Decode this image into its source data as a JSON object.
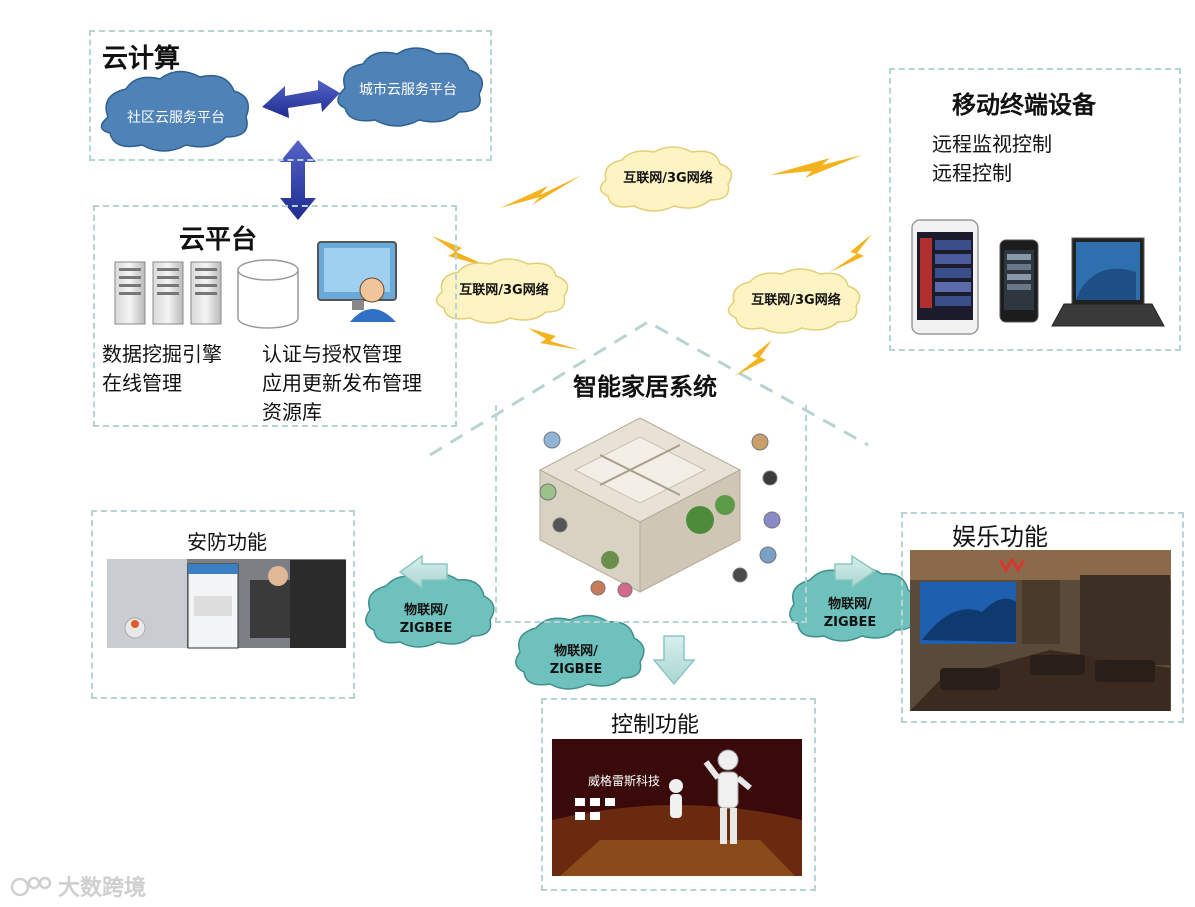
{
  "cloud_computing": {
    "title": "云计算",
    "community_cloud": "社区云服务平台",
    "city_cloud": "城市云服务平台"
  },
  "cloud_platform": {
    "title": "云平台",
    "left_lines": [
      "数据挖掘引擎",
      "在线管理"
    ],
    "right_lines": [
      "认证与授权管理",
      "应用更新发布管理",
      "资源库"
    ]
  },
  "mobile": {
    "title": "移动终端设备",
    "lines": [
      "远程监视控制",
      "远程控制"
    ]
  },
  "network": {
    "internet_3g": "互联网/3G网络",
    "iot_line1": "物联网/",
    "iot_line2": "ZIGBEE"
  },
  "smart_home": {
    "title": "智能家居系统"
  },
  "security": {
    "title": "安防功能"
  },
  "entertainment": {
    "title": "娱乐功能"
  },
  "control": {
    "title": "控制功能",
    "brand": "威格雷斯科技"
  },
  "watermark": {
    "text": "大数跨境"
  },
  "colors": {
    "box_dash": "#b7d3d3",
    "cloud_blue": "#4f83b7",
    "cloud_yellow": "#fdf3c3",
    "cloud_teal": "#6fc1bd",
    "arrow_blue": "#2b3aa3",
    "bolt": "#f4b21c",
    "arrow_teal": "#bfe3df"
  }
}
